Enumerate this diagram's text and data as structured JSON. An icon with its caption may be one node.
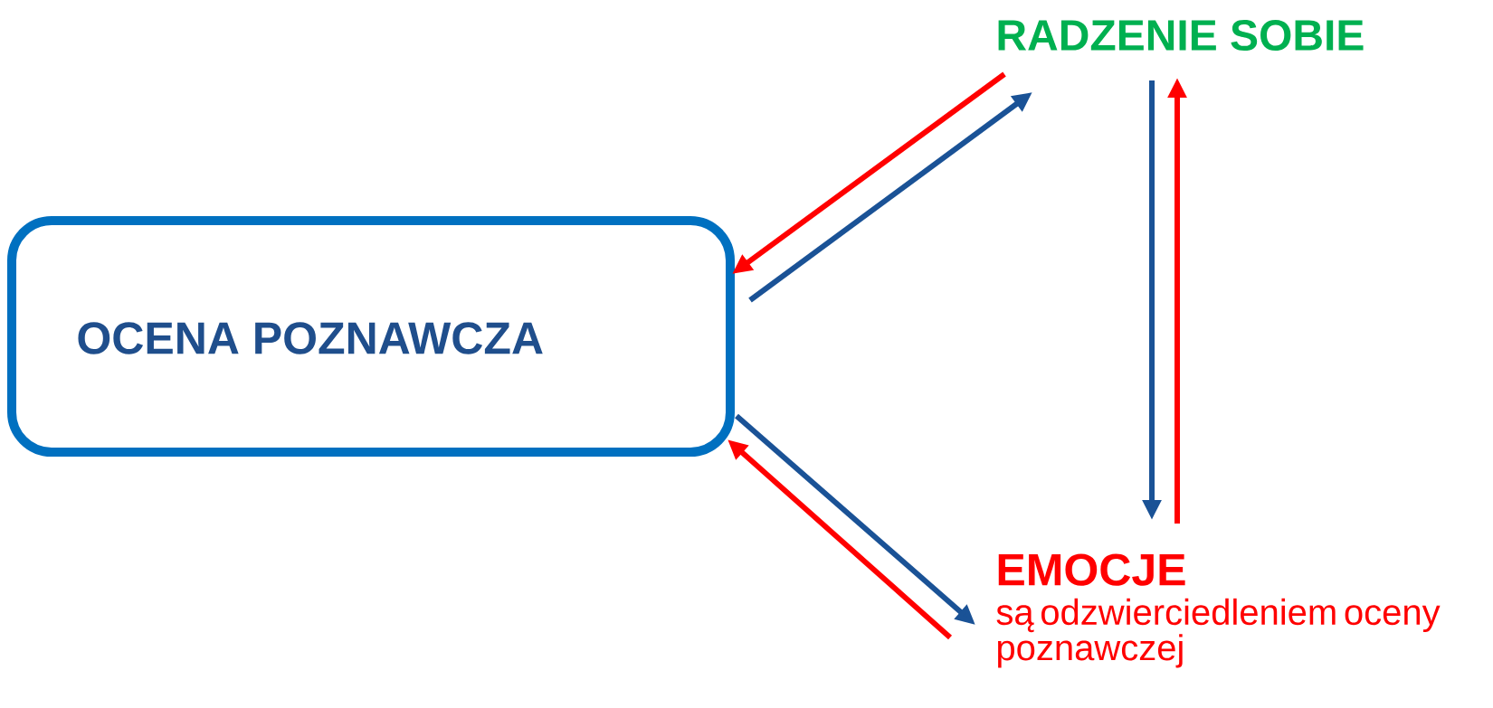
{
  "diagram": {
    "nodes": [
      {
        "text": [
          "OCENA POZNAWCZA"
        ]
      },
      {
        "text": [
          "RADZENIE SOBIE"
        ]
      },
      {
        "text": [
          "EMOCJE",
          "są odzwierciedleniem oceny poznawczej"
        ]
      }
    ],
    "edges": [
      {
        "from": 0,
        "to": 1,
        "arrow": "to",
        "color": "#1a5296"
      },
      {
        "from": 1,
        "to": 0,
        "arrow": "to",
        "color": "#ff0000"
      },
      {
        "from": 1,
        "to": 2,
        "arrow": "to",
        "color": "#1a5296"
      },
      {
        "from": 2,
        "to": 1,
        "arrow": "to",
        "color": "#ff0000"
      },
      {
        "from": 0,
        "to": 2,
        "arrow": "to",
        "color": "#1a5296"
      },
      {
        "from": 2,
        "to": 0,
        "arrow": "to",
        "color": "#ff0000"
      }
    ]
  }
}
